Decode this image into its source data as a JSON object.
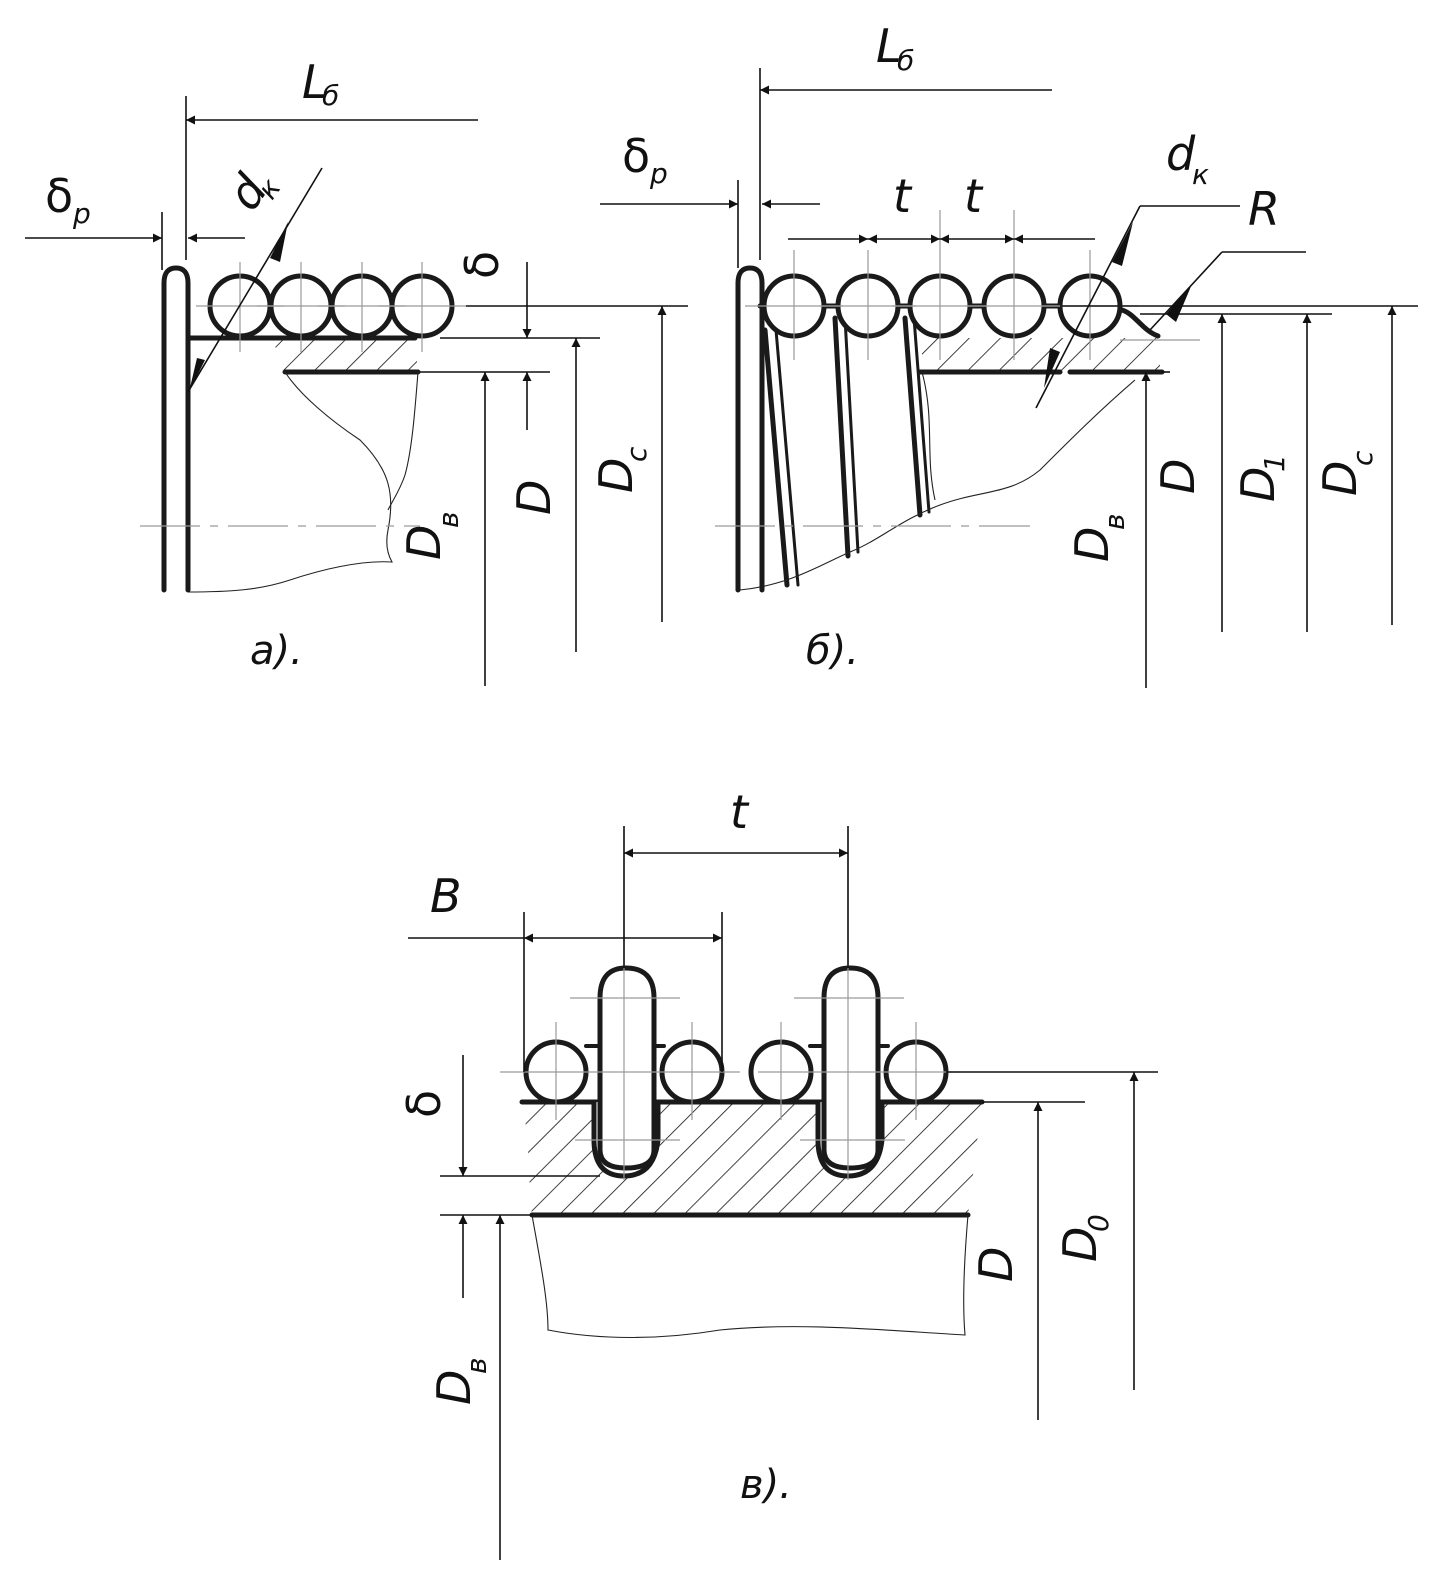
{
  "panels": {
    "a": {
      "caption": "а).",
      "labels": {
        "L": "L",
        "L_sub": "б",
        "delta_p": "δ",
        "delta_p_sub": "р",
        "d": "d",
        "d_sub": "к",
        "delta": "δ",
        "D": "D",
        "Dc": "D",
        "Dc_sub": "с",
        "Dv": "D",
        "Dv_sub": "в"
      }
    },
    "b": {
      "caption": "б).",
      "labels": {
        "L": "L",
        "L_sub": "б",
        "delta_p": "δ",
        "delta_p_sub": "р",
        "t1": "t",
        "t2": "t",
        "d": "d",
        "d_sub": "к",
        "R": "R",
        "D": "D",
        "D1": "D",
        "D1_sub": "1",
        "Dc": "D",
        "Dc_sub": "с",
        "Dv": "D",
        "Dv_sub": "в"
      }
    },
    "c": {
      "caption": "в).",
      "labels": {
        "t": "t",
        "B": "B",
        "delta": "δ",
        "D": "D",
        "D0": "D",
        "D0_sub": "0",
        "Dv": "D",
        "Dv_sub": "в"
      }
    }
  },
  "colors": {
    "ink": "#1a1a1a",
    "centerline": "#9a9a9a",
    "background": "#ffffff"
  }
}
